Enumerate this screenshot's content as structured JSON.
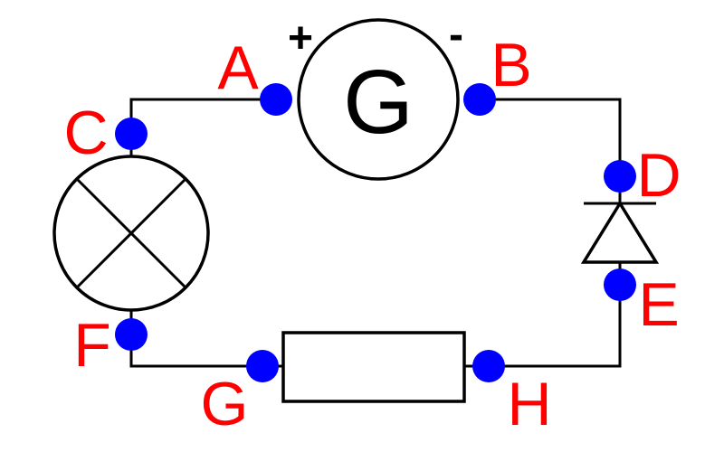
{
  "colors": {
    "wire": "#000000",
    "node": "#0000ff",
    "label": "#ff0000",
    "background": "#ffffff"
  },
  "generator": {
    "symbol": "G",
    "positive_terminal": "+",
    "negative_terminal": "-"
  },
  "nodes": [
    {
      "id": "A",
      "label": "A"
    },
    {
      "id": "B",
      "label": "B"
    },
    {
      "id": "C",
      "label": "C"
    },
    {
      "id": "D",
      "label": "D"
    },
    {
      "id": "E",
      "label": "E"
    },
    {
      "id": "F",
      "label": "F"
    },
    {
      "id": "G",
      "label": "G"
    },
    {
      "id": "H",
      "label": "H"
    }
  ],
  "components": [
    {
      "name": "generator",
      "icon": "generator-icon"
    },
    {
      "name": "lamp",
      "icon": "lamp-icon"
    },
    {
      "name": "diode",
      "icon": "diode-icon"
    },
    {
      "name": "resistor",
      "icon": "resistor-icon"
    }
  ]
}
